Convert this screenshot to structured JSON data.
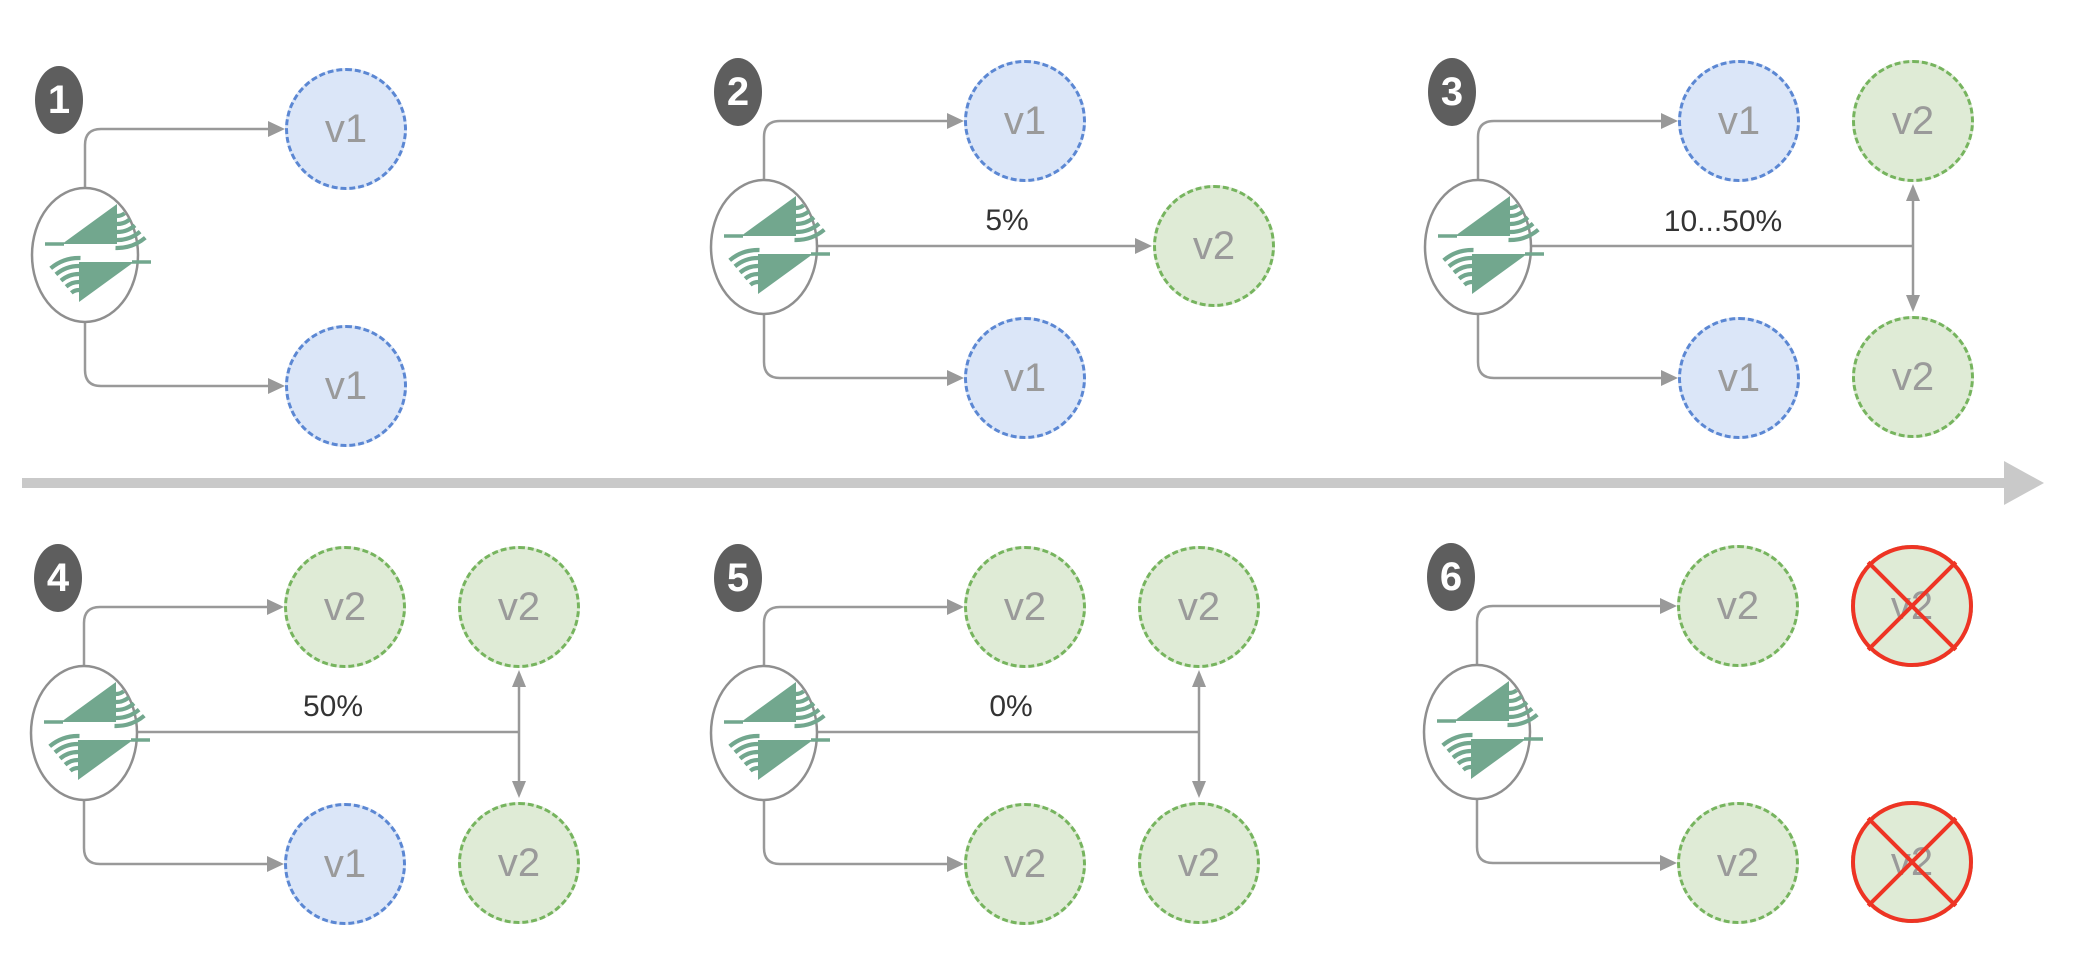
{
  "colors": {
    "v1-fill": "#dbe6f8",
    "v1-border": "#5b87d3",
    "v2-fill": "#dfebd6",
    "v2-border": "#76b45e",
    "node-text": "#9a9a9a",
    "arrow": "#999999",
    "router-stroke": "#8f8f8f",
    "icon-teal": "#72a78e",
    "badge-bg": "#5e5e5e",
    "badge-text": "#ffffff",
    "terminated-red": "#ee3424",
    "traffic-text": "#333333",
    "timeline": "#c9c9c9"
  },
  "icons": {
    "router": "traffic-router-icon",
    "timeline": "timeline-arrow"
  },
  "stages": [
    {
      "number": "1",
      "nodes": {
        "top": {
          "label": "v1",
          "css": "node blue"
        },
        "bottom": {
          "label": "v1",
          "css": "node blue"
        }
      }
    },
    {
      "number": "2",
      "traffic_label": "5%",
      "nodes": {
        "top": {
          "label": "v1",
          "css": "node blue"
        },
        "canary": {
          "label": "v2",
          "css": "node green"
        },
        "bottom": {
          "label": "v1",
          "css": "node blue"
        }
      }
    },
    {
      "number": "3",
      "traffic_label": "10...50%",
      "nodes": {
        "top": {
          "label": "v1",
          "css": "node blue"
        },
        "top_right": {
          "label": "v2",
          "css": "node green"
        },
        "bottom": {
          "label": "v1",
          "css": "node blue"
        },
        "bottom_right": {
          "label": "v2",
          "css": "node green"
        }
      }
    },
    {
      "number": "4",
      "traffic_label": "50%",
      "nodes": {
        "top": {
          "label": "v2",
          "css": "node green"
        },
        "top_right": {
          "label": "v2",
          "css": "node green"
        },
        "bottom": {
          "label": "v1",
          "css": "node blue"
        },
        "bottom_right": {
          "label": "v2",
          "css": "node green"
        }
      }
    },
    {
      "number": "5",
      "traffic_label": "0%",
      "nodes": {
        "top": {
          "label": "v2",
          "css": "node green"
        },
        "top_right": {
          "label": "v2",
          "css": "node green"
        },
        "bottom": {
          "label": "v2",
          "css": "node green"
        },
        "bottom_right": {
          "label": "v2",
          "css": "node green"
        }
      }
    },
    {
      "number": "6",
      "nodes": {
        "top": {
          "label": "v2",
          "css": "node green"
        },
        "top_right": {
          "label": "v2",
          "css": "node green crossed"
        },
        "bottom": {
          "label": "v2",
          "css": "node green"
        },
        "bottom_right": {
          "label": "v2",
          "css": "node green crossed"
        }
      }
    }
  ]
}
